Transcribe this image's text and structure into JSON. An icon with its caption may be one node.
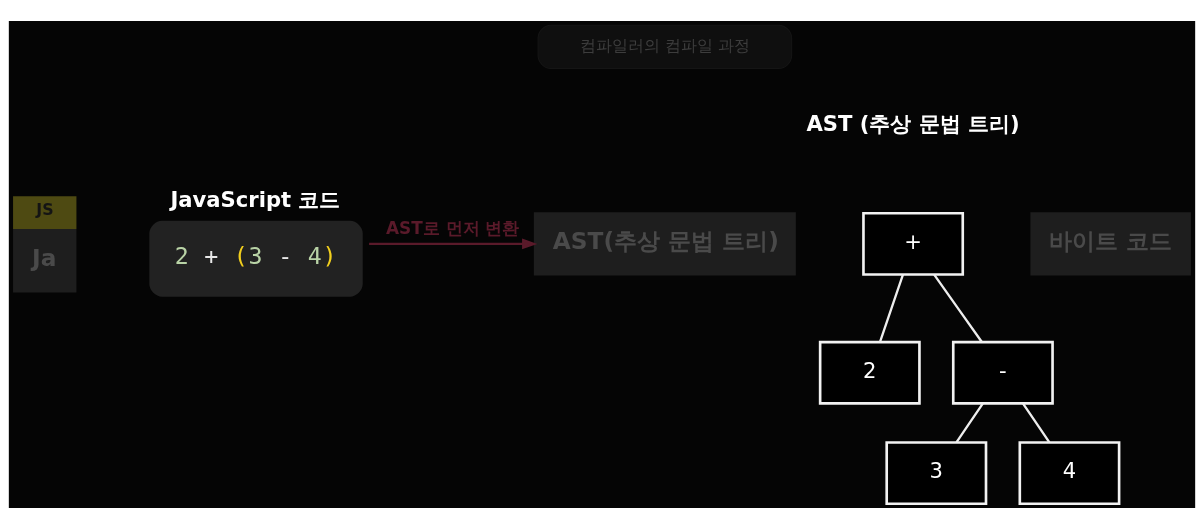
{
  "diagram": {
    "nodes": [
      {
        "text": [
          "컴파일러의 컴파일 과정"
        ]
      },
      {
        "text": [
          "Ja"
        ],
        "beside": [
          "JS"
        ]
      },
      {
        "text": [
          "JavaScript 코드",
          "2 + (3 - 4)"
        ]
      },
      {
        "text": [
          "AST(추상 문법 트리)"
        ]
      },
      {
        "text": [
          "+"
        ]
      },
      {
        "text": [
          "바이트 코드"
        ]
      },
      {
        "text": [
          "2"
        ]
      },
      {
        "text": [
          "-"
        ]
      },
      {
        "text": [
          "3"
        ]
      },
      {
        "text": [
          "4"
        ]
      }
    ],
    "edges": [
      {
        "from": 2,
        "to": 3,
        "arrow": "to",
        "label": "AST로 먼저 변환",
        "color": "#5a1a2a"
      },
      {
        "from": 4,
        "to": 6,
        "arrow": "none"
      },
      {
        "from": 4,
        "to": 7,
        "arrow": "none"
      },
      {
        "from": 7,
        "to": 8,
        "arrow": "none"
      },
      {
        "from": 7,
        "to": 9,
        "arrow": "none"
      }
    ],
    "labels": [
      "AST (추상 문법 트리)"
    ]
  }
}
